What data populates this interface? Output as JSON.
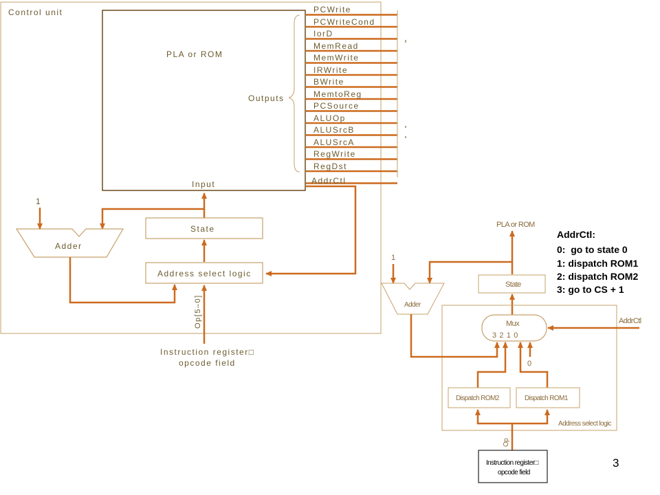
{
  "colors": {
    "wire": "#cc6a1e",
    "thin": "#c6a06a",
    "text": "#6b5a2e",
    "background": "#ffffff"
  },
  "left": {
    "control_unit": "Control unit",
    "pla_or_rom": "PLA or ROM",
    "outputs_label": "Outputs",
    "outputs": [
      "PCWrite",
      "PCWriteCond",
      "IorD",
      "MemRead",
      "MemWrite",
      "IRWrite",
      "BWrite",
      "MemtoReg",
      "PCSource",
      "ALUOp",
      "ALUSrcB",
      "ALUSrcA",
      "RegWrite",
      "RegDst"
    ],
    "addrctl": "AddrCtl",
    "input": "Input",
    "adder": "Adder",
    "one": "1",
    "state": "State",
    "address_select_logic": "Address select logic",
    "op_label": "Op[5–0]",
    "ir_line1": "Instruction register□",
    "ir_line2": "opcode field"
  },
  "right": {
    "pla_or_rom": "PLA or ROM",
    "one": "1",
    "state": "State",
    "adder": "Adder",
    "mux": "Mux",
    "mux_inputs": "3  2  1  0",
    "zero": "0",
    "addrctl": "AddrCtl",
    "dispatch_rom2": "Dispatch ROM2",
    "dispatch_rom1": "Dispatch ROM1",
    "address_select_logic": "Address select logic",
    "op": "Op",
    "ir_line1": "Instruction register□",
    "ir_line2": "opcode field"
  },
  "legend": {
    "title": "AddrCtl:",
    "items": [
      "0:  go to state 0",
      "1: dispatch ROM1",
      "2: dispatch ROM2",
      "3: go to CS + 1"
    ]
  },
  "page_number": "3"
}
